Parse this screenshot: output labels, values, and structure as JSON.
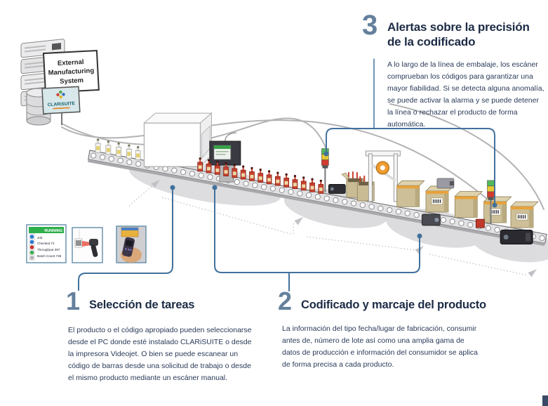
{
  "colors": {
    "accent_blue": "#41719c",
    "step_number": "#64809c",
    "heading": "#1c2b45",
    "body_text": "#2a3a58",
    "box_tan": "#cdbf97",
    "tape_orange": "#e8a33c",
    "bottle_red": "#c8402e",
    "beacon_green": "#52b858",
    "beacon_yellow": "#e8c832",
    "beacon_red": "#d23b2e",
    "status_green": "#2fae4c"
  },
  "system": {
    "server_label_lines": [
      "External",
      "Manufacturing",
      "System"
    ],
    "software_label": "CLARiSUITE"
  },
  "monitor": {
    "status": "RUNNING",
    "lines": [
      "Job",
      "Checked 72",
      "Throughput 367",
      "Batch Count 736"
    ]
  },
  "steps": [
    {
      "number": "1",
      "title": "Selección de tareas",
      "body": "El producto o el código apropiado pueden seleccionarse desde el PC donde esté instalado CLARiSUITE o desde la impresora Videojet. O bien se puede escanear un código de barras desde una solicitud de trabajo o desde el mismo producto mediante un escáner manual."
    },
    {
      "number": "2",
      "title": "Codificado y marcaje del producto",
      "body": "La información del tipo fecha/lugar de fabricación, consumir antes de, número de lote así como una amplia gama de datos de producción e información del consumidor se aplica de forma precisa a cada producto."
    },
    {
      "number": "3",
      "title": "Alertas sobre la precisión de la codificado",
      "body": "A lo largo de la línea de embalaje, los escáner comprueban los códigos para garantizar una mayor fiabilidad. Si se detecta alguna anomalía, se puede activar la alarma y se puede detener la línea o rechazar el producto de forma automática."
    }
  ]
}
